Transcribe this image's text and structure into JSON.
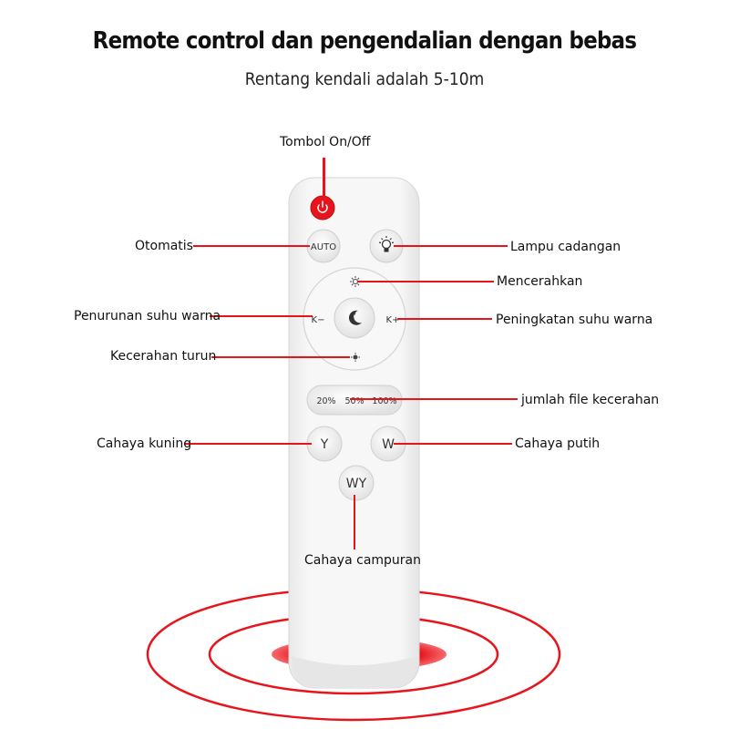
{
  "header": {
    "title": "Remote control  dan pengendalian dengan bebas",
    "subtitle": "Rentang kendali adalah 5-10m"
  },
  "remote": {
    "auto_label": "AUTO",
    "k_minus_label": "K−",
    "k_plus_label": "K+",
    "pct_20": "20%",
    "pct_50": "50%",
    "pct_100": "100%",
    "y_label": "Y",
    "w_label": "W",
    "wy_label": "WY"
  },
  "callouts": {
    "on_off": "Tombol On/Off",
    "auto": "Otomatis",
    "backup_light": "Lampu cadangan",
    "brighten": "Mencerahkan",
    "temp_down": "Penurunan suhu warna",
    "temp_up": "Peningkatan suhu warna",
    "dim": "Kecerahan turun",
    "brightness_levels": "jumlah file kecerahan",
    "yellow_light": "Cahaya kuning",
    "white_light": "Cahaya putih",
    "mixed_light": "Cahaya campuran"
  },
  "colors": {
    "accent": "#e8141c",
    "body": "#f4f4f4"
  }
}
